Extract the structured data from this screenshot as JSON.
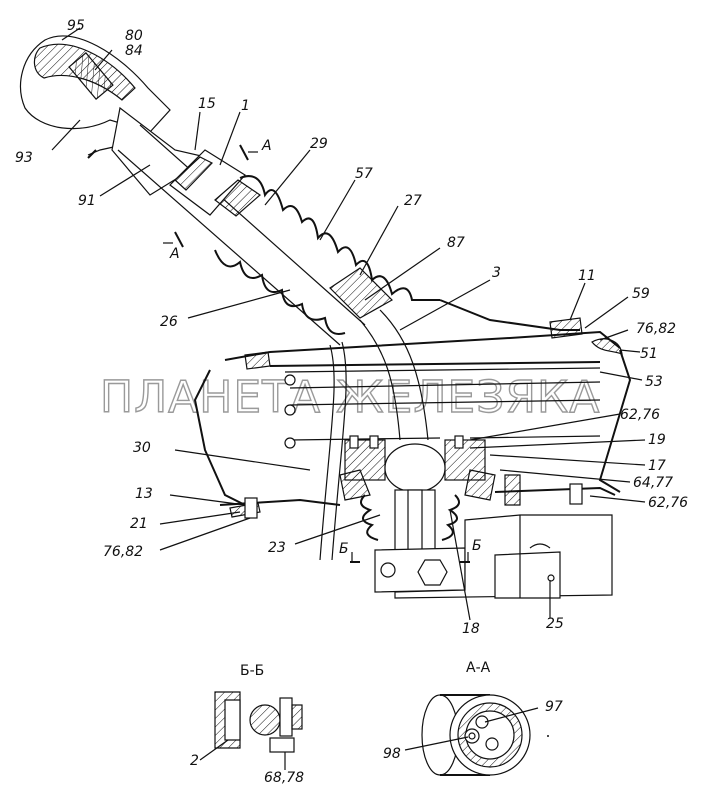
{
  "watermark": "ПЛАНЕТА ЖЕЛЕЗЯКА",
  "callouts": {
    "c95": "95",
    "c80": "80",
    "c84": "84",
    "c93": "93",
    "c15": "15",
    "c1": "1",
    "c91": "91",
    "c29": "29",
    "cA1": "А",
    "cA2": "А",
    "c57": "57",
    "c27": "27",
    "c87": "87",
    "c3": "3",
    "c26": "26",
    "c11": "11",
    "c59": "59",
    "c7682a": "76,82",
    "c51": "51",
    "c53": "53",
    "c6276a": "62,76",
    "c30": "30",
    "c19": "19",
    "c17": "17",
    "c6477": "64,77",
    "c13": "13",
    "c6276b": "62,76",
    "c21": "21",
    "c7682b": "76,82",
    "c23": "23",
    "cB1": "Б",
    "cB2": "Б",
    "c18": "18",
    "c25": "25",
    "c2": "2",
    "c6878": "68,78",
    "c97": "97",
    "c98": "98"
  },
  "sections": {
    "bb": "Б-Б",
    "aa": "А-А"
  }
}
